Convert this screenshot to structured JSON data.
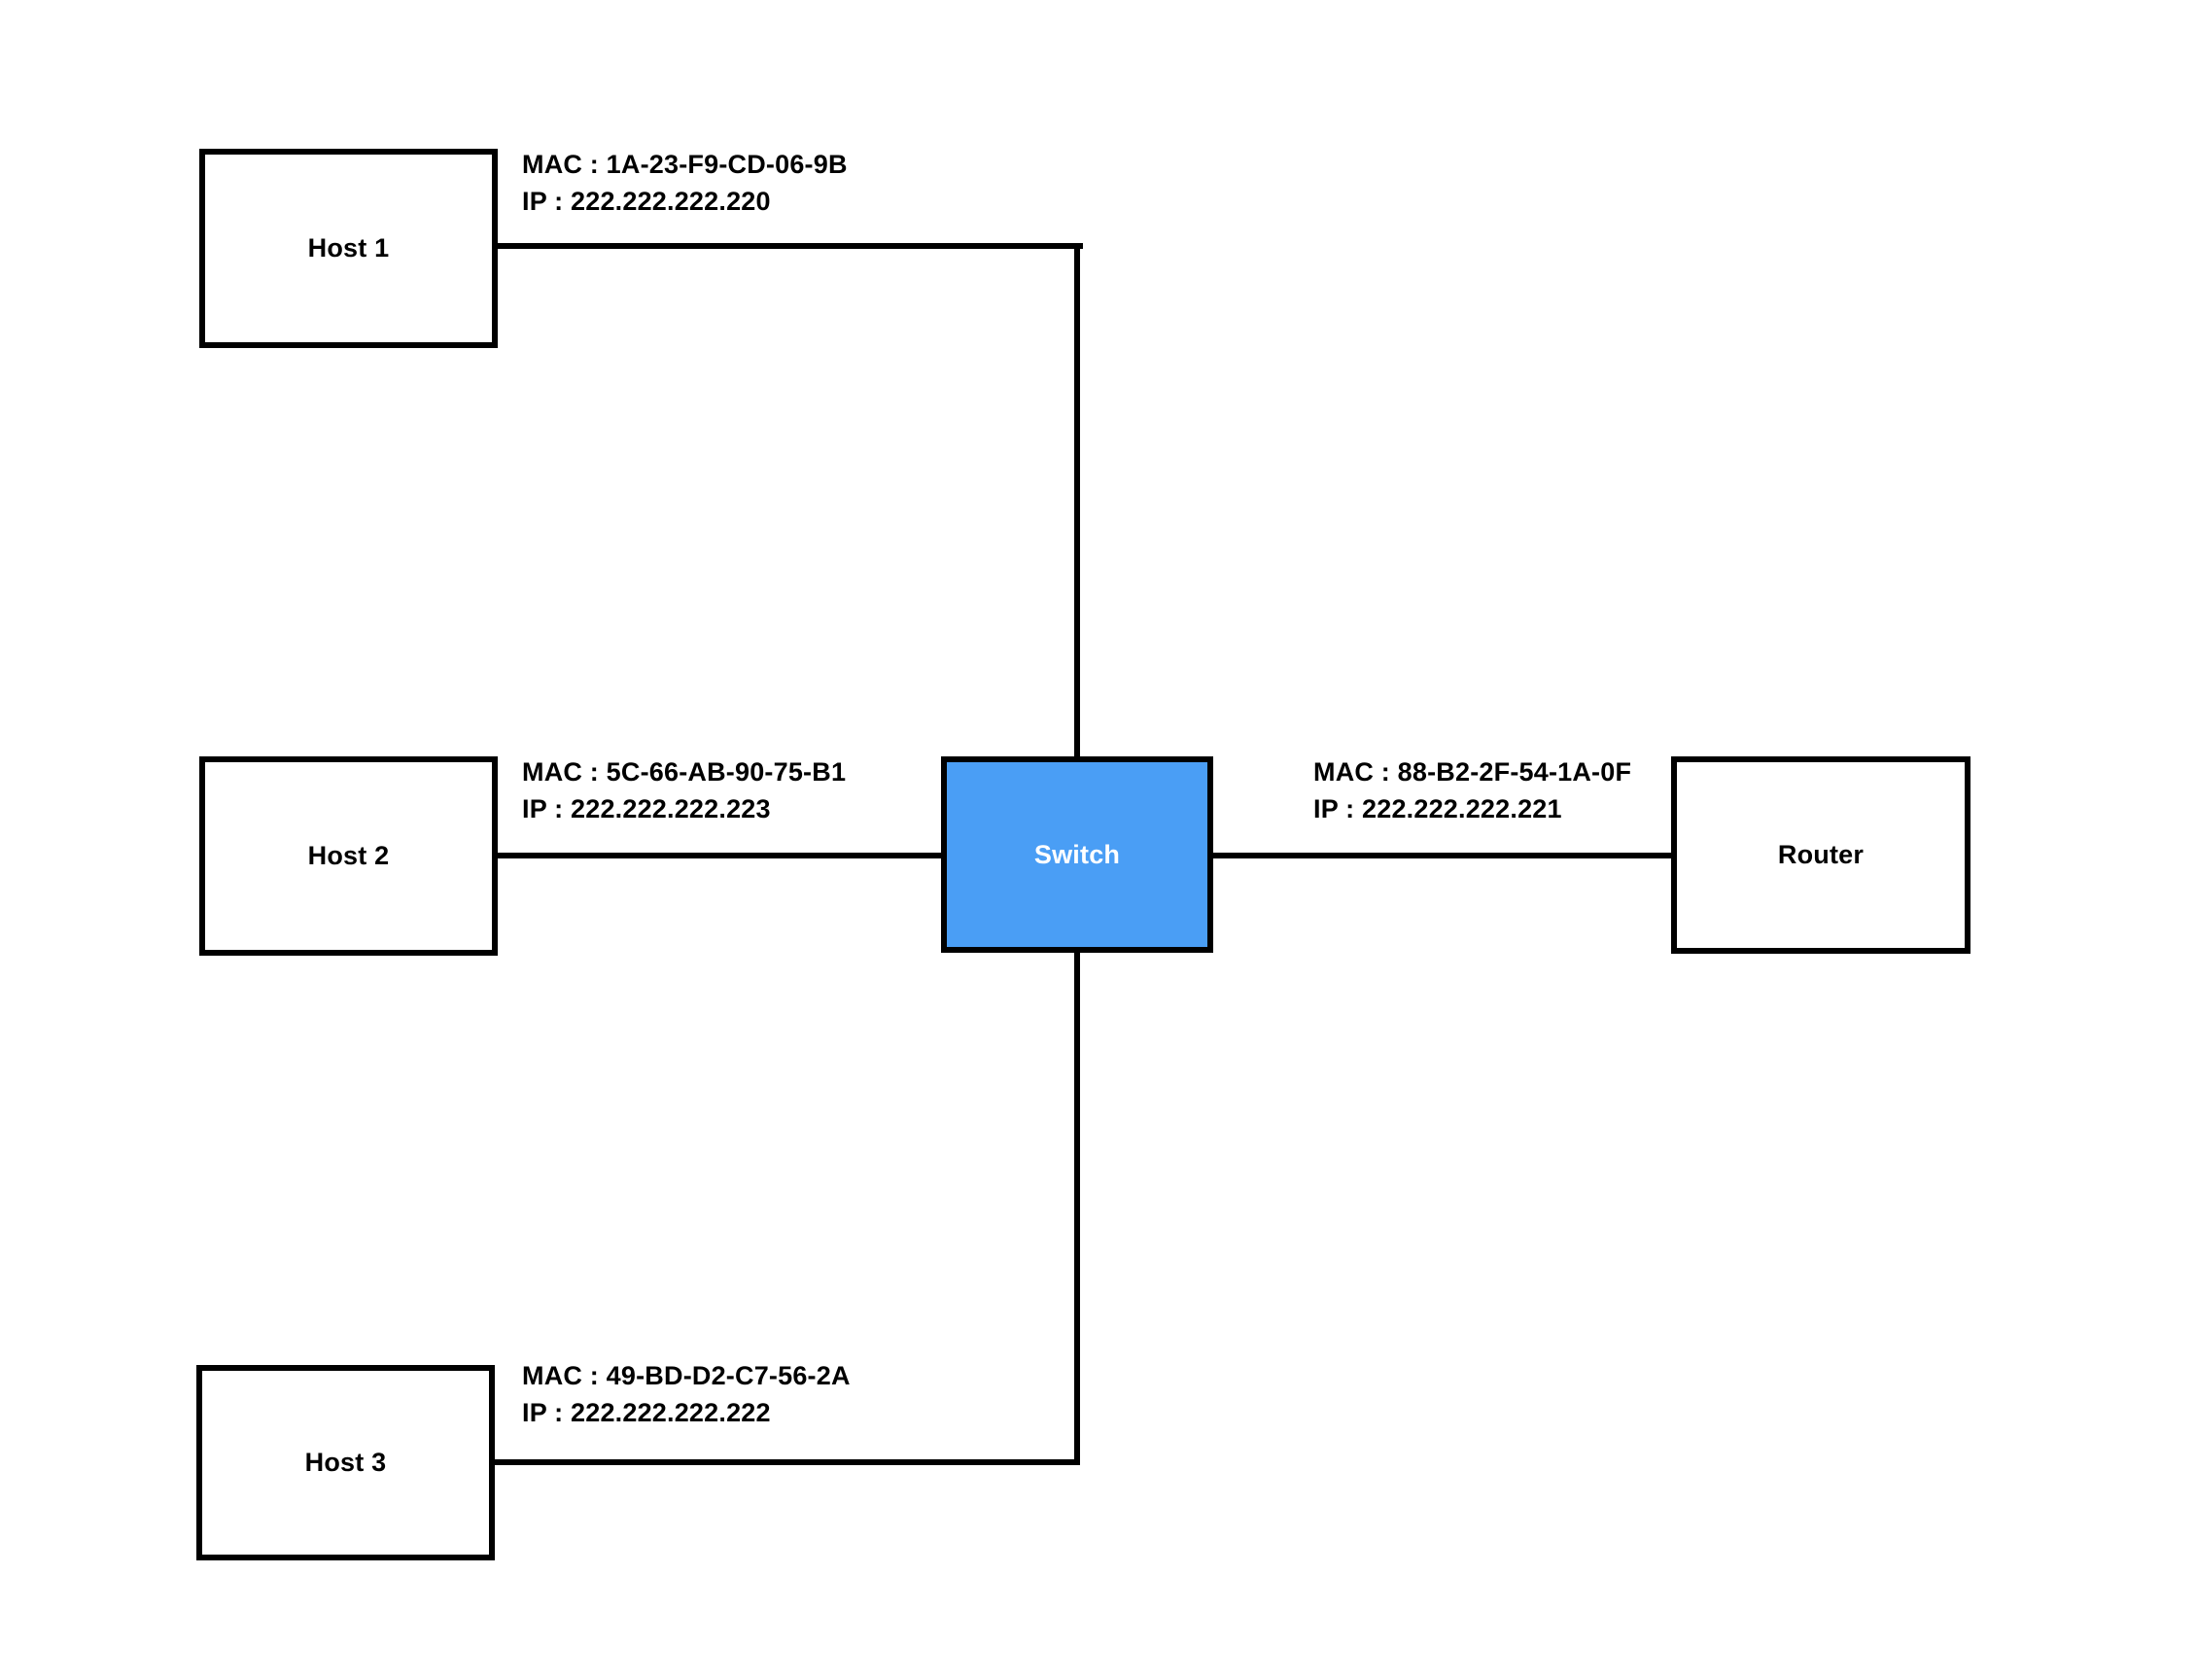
{
  "diagram": {
    "nodes": {
      "host1": {
        "label": "Host 1"
      },
      "host2": {
        "label": "Host 2"
      },
      "host3": {
        "label": "Host 3"
      },
      "switch": {
        "label": "Switch"
      },
      "router": {
        "label": "Router"
      }
    },
    "link_labels": {
      "host1": {
        "mac": "MAC : 1A-23-F9-CD-06-9B",
        "ip": "IP : 222.222.222.220"
      },
      "host2": {
        "mac": "MAC : 5C-66-AB-90-75-B1",
        "ip": "IP : 222.222.222.223"
      },
      "host3": {
        "mac": "MAC : 49-BD-D2-C7-56-2A",
        "ip": "IP : 222.222.222.222"
      },
      "router": {
        "mac": "MAC : 88-B2-2F-54-1A-0F",
        "ip": "IP : 222.222.222.221"
      }
    },
    "colors": {
      "background": "#FFFFFF",
      "line": "#000000",
      "switch_fill": "#4A9EF5",
      "switch_text": "#FFFFFF"
    }
  }
}
